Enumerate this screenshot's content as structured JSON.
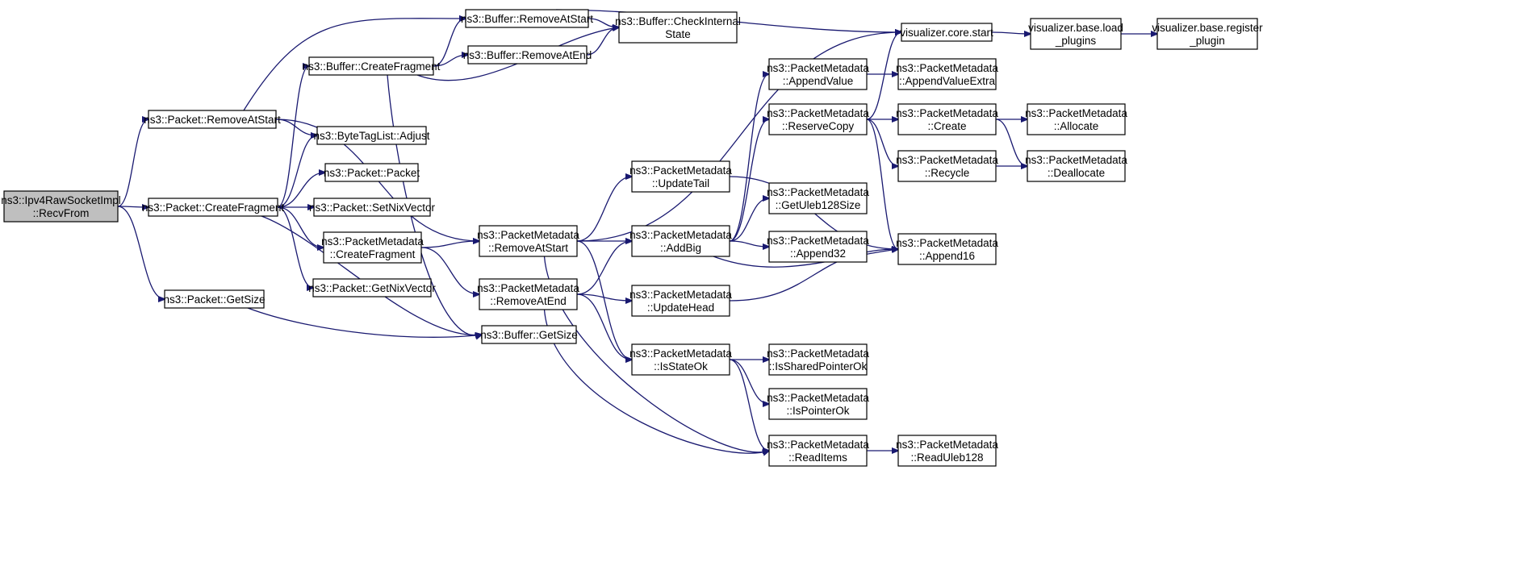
{
  "graph": {
    "nodes": [
      {
        "id": "recvfrom",
        "lines": [
          "ns3::Ipv4RawSocketImpl",
          "::RecvFrom"
        ],
        "root": true
      },
      {
        "id": "pkt_removeatstart",
        "lines": [
          "ns3::Packet::RemoveAtStart"
        ]
      },
      {
        "id": "pkt_createfragment",
        "lines": [
          "ns3::Packet::CreateFragment"
        ]
      },
      {
        "id": "pkt_getsize",
        "lines": [
          "ns3::Packet::GetSize"
        ]
      },
      {
        "id": "buf_createfragment",
        "lines": [
          "ns3::Buffer::CreateFragment"
        ]
      },
      {
        "id": "bytetaglist_adjust",
        "lines": [
          "ns3::ByteTagList::Adjust"
        ]
      },
      {
        "id": "pkt_packet",
        "lines": [
          "ns3::Packet::Packet"
        ]
      },
      {
        "id": "pkt_setnixvector",
        "lines": [
          "ns3::Packet::SetNixVector"
        ]
      },
      {
        "id": "pm_createfragment",
        "lines": [
          "ns3::PacketMetadata",
          "::CreateFragment"
        ]
      },
      {
        "id": "pkt_getnixvector",
        "lines": [
          "ns3::Packet::GetNixVector"
        ]
      },
      {
        "id": "buf_removeatstart",
        "lines": [
          "ns3::Buffer::RemoveAtStart"
        ]
      },
      {
        "id": "buf_removeatend",
        "lines": [
          "ns3::Buffer::RemoveAtEnd"
        ]
      },
      {
        "id": "buf_checkinternalstate",
        "lines": [
          "ns3::Buffer::CheckInternal",
          "State"
        ]
      },
      {
        "id": "pm_removeatstart",
        "lines": [
          "ns3::PacketMetadata",
          "::RemoveAtStart"
        ]
      },
      {
        "id": "pm_removeatend",
        "lines": [
          "ns3::PacketMetadata",
          "::RemoveAtEnd"
        ]
      },
      {
        "id": "buf_getsize",
        "lines": [
          "ns3::Buffer::GetSize"
        ]
      },
      {
        "id": "vis_core_start",
        "lines": [
          "visualizer.core.start"
        ]
      },
      {
        "id": "pm_updatetail",
        "lines": [
          "ns3::PacketMetadata",
          "::UpdateTail"
        ]
      },
      {
        "id": "pm_addbig",
        "lines": [
          "ns3::PacketMetadata",
          "::AddBig"
        ]
      },
      {
        "id": "pm_updatehead",
        "lines": [
          "ns3::PacketMetadata",
          "::UpdateHead"
        ]
      },
      {
        "id": "pm_isstateok",
        "lines": [
          "ns3::PacketMetadata",
          "::IsStateOk"
        ]
      },
      {
        "id": "pm_appendvalue",
        "lines": [
          "ns3::PacketMetadata",
          "::AppendValue"
        ]
      },
      {
        "id": "pm_reservecopy",
        "lines": [
          "ns3::PacketMetadata",
          "::ReserveCopy"
        ]
      },
      {
        "id": "pm_getuleb128size",
        "lines": [
          "ns3::PacketMetadata",
          "::GetUleb128Size"
        ]
      },
      {
        "id": "pm_append32",
        "lines": [
          "ns3::PacketMetadata",
          "::Append32"
        ]
      },
      {
        "id": "pm_issharedpointerok",
        "lines": [
          "ns3::PacketMetadata",
          "::IsSharedPointerOk"
        ]
      },
      {
        "id": "pm_ispointerok",
        "lines": [
          "ns3::PacketMetadata",
          "::IsPointerOk"
        ]
      },
      {
        "id": "pm_readitems",
        "lines": [
          "ns3::PacketMetadata",
          "::ReadItems"
        ]
      },
      {
        "id": "vis_base_loadplugins",
        "lines": [
          "visualizer.base.load",
          "_plugins"
        ]
      },
      {
        "id": "pm_appendvalueextra",
        "lines": [
          "ns3::PacketMetadata",
          "::AppendValueExtra"
        ]
      },
      {
        "id": "pm_create",
        "lines": [
          "ns3::PacketMetadata",
          "::Create"
        ]
      },
      {
        "id": "pm_recycle",
        "lines": [
          "ns3::PacketMetadata",
          "::Recycle"
        ]
      },
      {
        "id": "pm_append16",
        "lines": [
          "ns3::PacketMetadata",
          "::Append16"
        ]
      },
      {
        "id": "pm_readuleb128",
        "lines": [
          "ns3::PacketMetadata",
          "::ReadUleb128"
        ]
      },
      {
        "id": "vis_base_registerplugin",
        "lines": [
          "visualizer.base.register",
          "_plugin"
        ]
      },
      {
        "id": "pm_allocate",
        "lines": [
          "ns3::PacketMetadata",
          "::Allocate"
        ]
      },
      {
        "id": "pm_deallocate",
        "lines": [
          "ns3::PacketMetadata",
          "::Deallocate"
        ]
      }
    ],
    "colors": {
      "edge": "#191970",
      "root_fill": "#bfbfbf",
      "node_fill": "#ffffff",
      "node_border": "#000000"
    }
  }
}
